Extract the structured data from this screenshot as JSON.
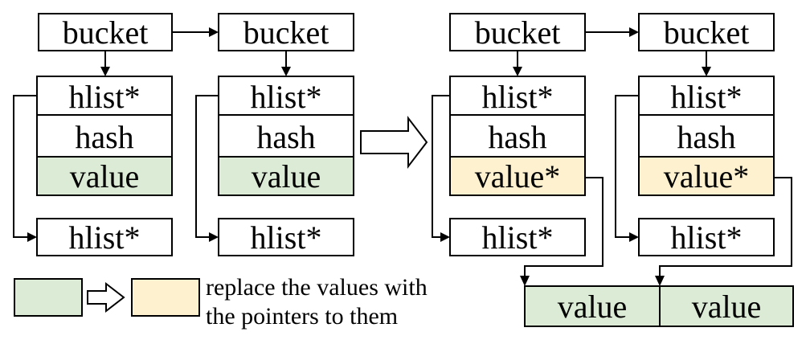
{
  "colors": {
    "green": "#dcebd6",
    "yellow": "#fdf1cf",
    "stroke": "#000000",
    "background": "#ffffff"
  },
  "left": {
    "bucket1": "bucket",
    "bucket2": "bucket",
    "node1": {
      "hlist": "hlist*",
      "hash": "hash",
      "value": "value",
      "next": "hlist*"
    },
    "node2": {
      "hlist": "hlist*",
      "hash": "hash",
      "value": "value",
      "next": "hlist*"
    }
  },
  "right": {
    "bucket1": "bucket",
    "bucket2": "bucket",
    "node1": {
      "hlist": "hlist*",
      "hash": "hash",
      "value": "value*",
      "next": "hlist*"
    },
    "node2": {
      "hlist": "hlist*",
      "hash": "hash",
      "value": "value*",
      "next": "hlist*"
    },
    "values": [
      "value",
      "value"
    ]
  },
  "legend": {
    "line1": "replace the values with",
    "line2": "the pointers to them"
  }
}
